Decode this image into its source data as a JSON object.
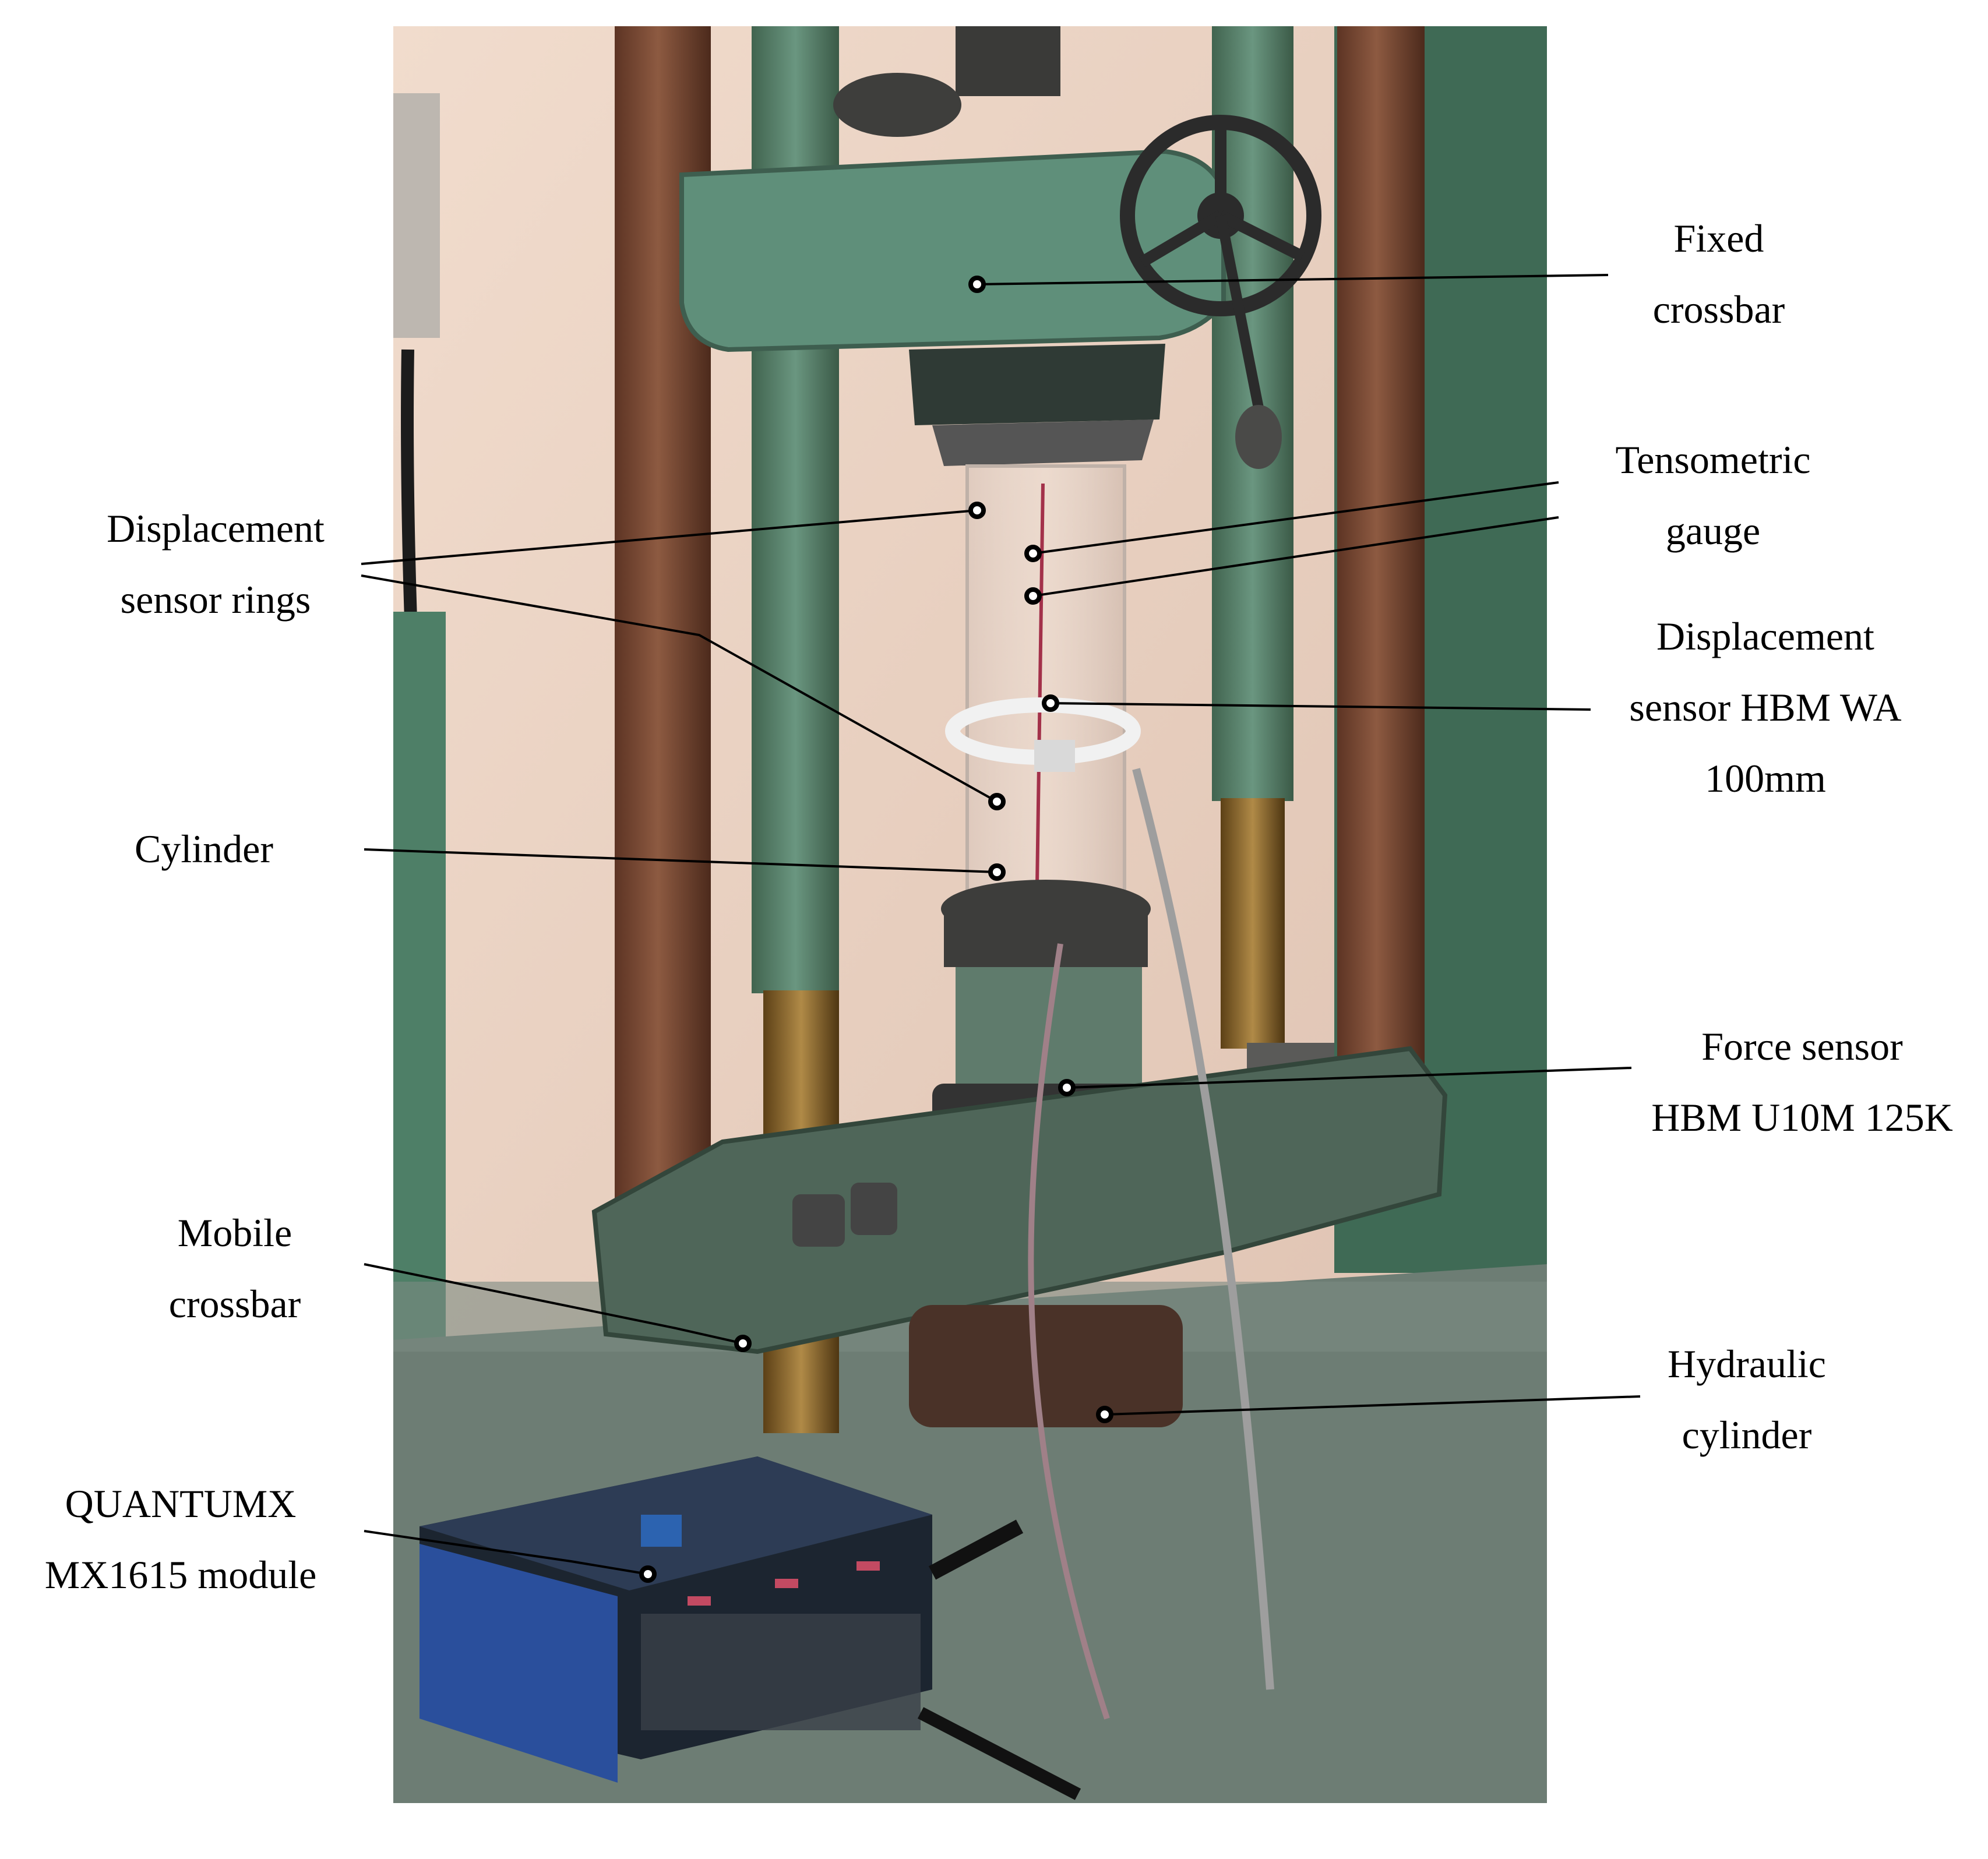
{
  "labels": {
    "fixed_crossbar": [
      "Fixed",
      "crossbar"
    ],
    "tensometric_gauge": [
      "Tensometric",
      "gauge"
    ],
    "displacement_sensor": [
      "Displacement",
      "sensor HBM WA",
      "100mm"
    ],
    "force_sensor": [
      "Force sensor",
      "HBM U10M 125K"
    ],
    "hydraulic_cylinder": [
      "Hydraulic",
      "cylinder"
    ],
    "displacement_rings": [
      "Displacement",
      "sensor rings"
    ],
    "cylinder": [
      "Cylinder"
    ],
    "mobile_crossbar": [
      "Mobile",
      "crossbar"
    ],
    "quantumx_module": [
      "QUANTUMX",
      "MX1615 module"
    ]
  },
  "colors": {
    "machine_green": "#5f8f7a",
    "wall": "#ecd3c3",
    "rust_column": "#7a4a35",
    "leader_line": "#000000"
  }
}
